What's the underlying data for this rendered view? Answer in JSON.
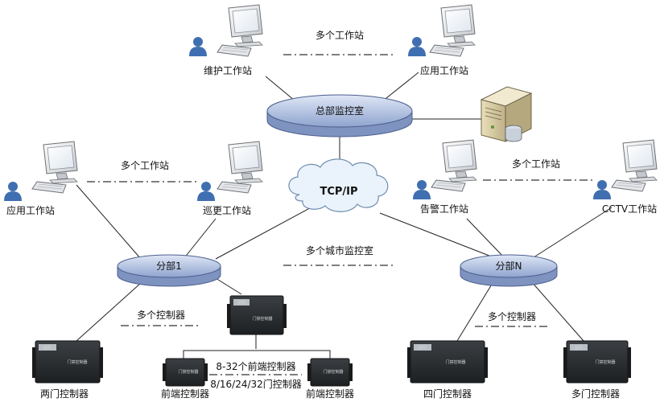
{
  "labels": {
    "hq_top_multi": "多个工作站",
    "maint_ws": "维护工作站",
    "app_ws_top": "应用工作站",
    "hq": "总部监控室",
    "left_multi": "多个工作站",
    "app_ws_left": "应用工作站",
    "patrol_ws": "巡更工作站",
    "tcpip": "TCP/IP",
    "right_multi": "多个工作站",
    "alarm_ws": "告警工作站",
    "cctv_ws": "CCTV工作站",
    "branch1": "分部1",
    "multi_city": "多个城市监控室",
    "branchN": "分部N",
    "multi_ctrl_left": "多个控制器",
    "multi_ctrl_right": "多个控制器",
    "two_door": "两门控制器",
    "front_ctrl_left": "前端控制器",
    "front_ctrl_right": "前端控制器",
    "front_count": "8-32个前端控制器",
    "door_ctrl_series": "8/16/24/32门控制器",
    "four_door": "四门控制器",
    "multi_door": "多门控制器",
    "device_brand": "盛阳",
    "device_name": "门禁控制器"
  },
  "colors": {
    "hub_fill_light": "#dfe7f5",
    "hub_fill_dark": "#8ea3cf",
    "hub_stroke": "#4c5f8e",
    "cloud_fill": "#eaf3fb",
    "cloud_stroke": "#6f8db0",
    "person": "#3f6fb0",
    "device_body": "#2b2e31"
  }
}
